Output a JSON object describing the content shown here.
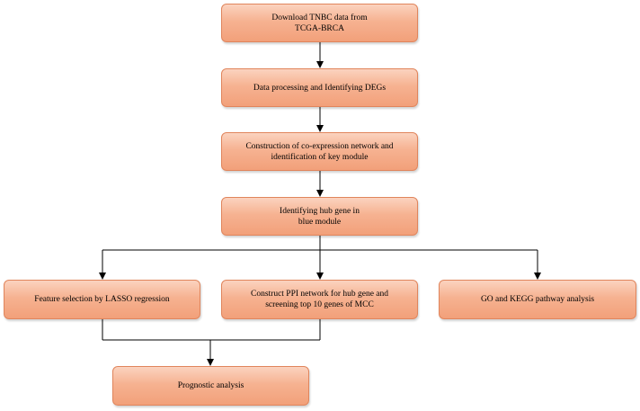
{
  "diagram": {
    "steps": {
      "download": "Download TNBC data from\nTCGA-BRCA",
      "processing": "Data processing and Identifying DEGs",
      "network": "Construction of co-expression network and\nidentification of key module",
      "hub": "Identifying hub gene in\nblue module",
      "lasso": "Feature selection by LASSO regression",
      "ppi": "Construct PPI network for hub gene and\nscreening top 10 genes of MCC",
      "go_kegg": "GO and KEGG pathway analysis",
      "prognostic": "Prognostic analysis"
    },
    "colors": {
      "box_fill_top": "#fbd3bf",
      "box_fill_bottom": "#f2a07a",
      "box_border": "#e0855c",
      "connector": "#000000"
    }
  }
}
